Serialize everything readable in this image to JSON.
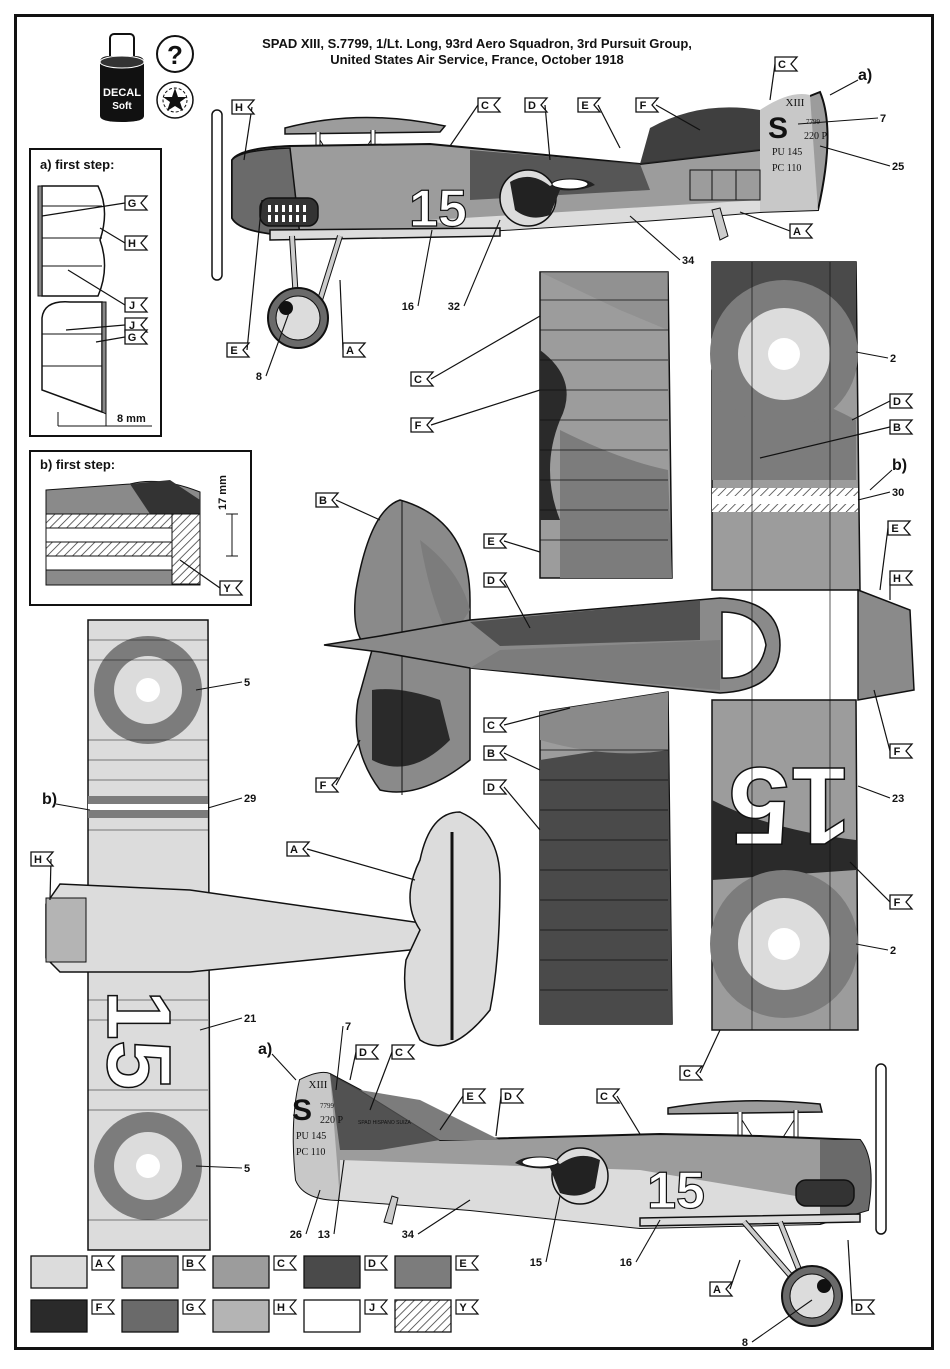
{
  "title": {
    "line1": "SPAD XIII, S.7799, 1/Lt. Long, 93rd Aero Squadron, 3rd Pursuit Group,",
    "line2": "United States Air Service, France, October 1918"
  },
  "decal_jar": {
    "line1": "DECAL",
    "line2": "Soft"
  },
  "help_icon": "?",
  "inset_a": {
    "title": "a) first step:",
    "dim": "8 mm",
    "labels": [
      "G",
      "H",
      "J",
      "G"
    ]
  },
  "inset_b": {
    "title": "b) first step:",
    "dim": "17 mm",
    "label": "Y"
  },
  "tail_markings": {
    "type": "XIII",
    "s": "S",
    "serial": "7799",
    "weight1": "220 P",
    "pu": "PU 145",
    "pc": "PC 110"
  },
  "fuselage_number": "15",
  "big_number": "15",
  "view_letters": {
    "a": "a)",
    "b": "b)"
  },
  "callouts_side_top": [
    "H",
    "C",
    "D",
    "E",
    "F",
    "C",
    "A",
    "E",
    "A"
  ],
  "callout_numbers": {
    "n7": "7",
    "n25": "25",
    "n34": "34",
    "n16": "16",
    "n32": "32",
    "n8": "8",
    "n2": "2",
    "n30": "30",
    "n5": "5",
    "n29": "29",
    "n23": "23",
    "n21": "21",
    "n26": "26",
    "n13": "13",
    "n15": "15"
  },
  "legend": [
    {
      "code": "A",
      "color": "#dcdcdc"
    },
    {
      "code": "B",
      "color": "#8a8a8a"
    },
    {
      "code": "C",
      "color": "#9c9c9c"
    },
    {
      "code": "D",
      "color": "#4a4a4a"
    },
    {
      "code": "E",
      "color": "#7c7c7c"
    },
    {
      "code": "F",
      "color": "#2a2a2a"
    },
    {
      "code": "G",
      "color": "#6a6a6a"
    },
    {
      "code": "H",
      "color": "#b4b4b4"
    },
    {
      "code": "J",
      "color": "#ffffff"
    },
    {
      "code": "Y",
      "color": "hatch"
    }
  ],
  "small_text": "SPAD HISPANO SUIZA"
}
